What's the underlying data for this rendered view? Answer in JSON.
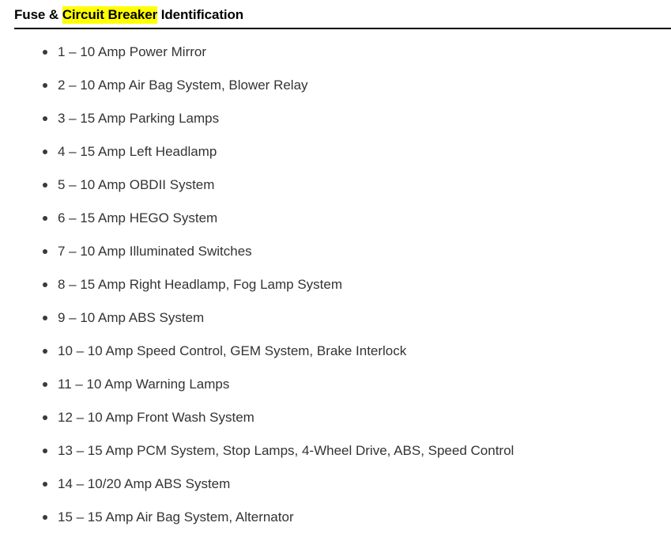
{
  "document": {
    "title_prefix": "Fuse & ",
    "title_highlight": "Circuit Breaker",
    "title_suffix": " Identification",
    "highlight_color": "#ffff00",
    "text_color": "#333333",
    "heading_color": "#000000",
    "background_color": "#ffffff",
    "rule_color": "#000000"
  },
  "fuse_list": {
    "bullet_glyph": "•",
    "items": [
      {
        "number": "1",
        "rating": "10 Amp",
        "description": "Power Mirror",
        "text": "1 – 10 Amp Power Mirror"
      },
      {
        "number": "2",
        "rating": "10 Amp",
        "description": "Air Bag System, Blower Relay",
        "text": "2 – 10 Amp Air Bag System, Blower Relay"
      },
      {
        "number": "3",
        "rating": "15 Amp",
        "description": "Parking Lamps",
        "text": "3 – 15 Amp Parking Lamps"
      },
      {
        "number": "4",
        "rating": "15 Amp",
        "description": "Left Headlamp",
        "text": "4 – 15 Amp Left Headlamp"
      },
      {
        "number": "5",
        "rating": "10 Amp",
        "description": "OBDII System",
        "text": "5 – 10 Amp OBDII System"
      },
      {
        "number": "6",
        "rating": "15 Amp",
        "description": "HEGO System",
        "text": "6 – 15 Amp HEGO System"
      },
      {
        "number": "7",
        "rating": "10 Amp",
        "description": "Illuminated Switches",
        "text": "7 – 10 Amp Illuminated Switches"
      },
      {
        "number": "8",
        "rating": "15 Amp",
        "description": "Right Headlamp, Fog Lamp System",
        "text": "8 – 15 Amp Right Headlamp, Fog Lamp System"
      },
      {
        "number": "9",
        "rating": "10 Amp",
        "description": "ABS System",
        "text": "9 – 10 Amp ABS System"
      },
      {
        "number": "10",
        "rating": "10 Amp",
        "description": "Speed Control, GEM System, Brake Interlock",
        "text": "10 – 10 Amp Speed Control, GEM System, Brake Interlock"
      },
      {
        "number": "11",
        "rating": "10 Amp",
        "description": "Warning Lamps",
        "text": "11 – 10 Amp Warning Lamps"
      },
      {
        "number": "12",
        "rating": "10 Amp",
        "description": "Front Wash System",
        "text": "12 – 10 Amp Front Wash System"
      },
      {
        "number": "13",
        "rating": "15 Amp",
        "description": "PCM System, Stop Lamps, 4-Wheel Drive, ABS, Speed Control",
        "text": "13 – 15 Amp PCM System, Stop Lamps, 4-Wheel Drive, ABS, Speed Control"
      },
      {
        "number": "14",
        "rating": "10/20 Amp",
        "description": "ABS System",
        "text": "14 – 10/20 Amp ABS System"
      },
      {
        "number": "15",
        "rating": "15 Amp",
        "description": "Air Bag System, Alternator",
        "text": "15 – 15 Amp Air Bag System, Alternator"
      }
    ]
  }
}
